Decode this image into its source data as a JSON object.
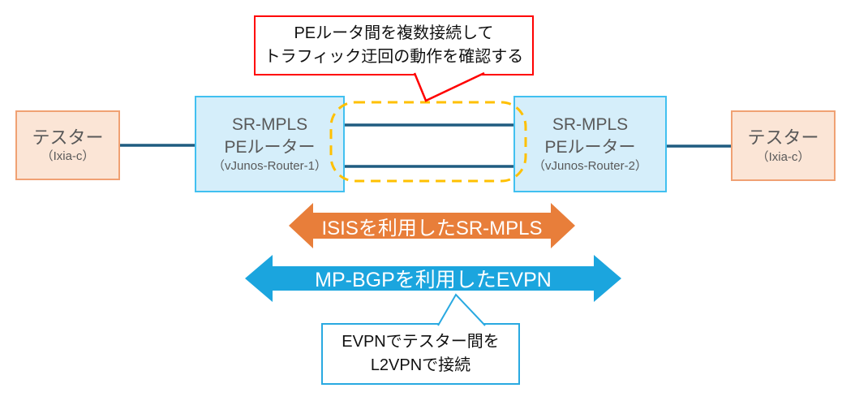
{
  "diagram": {
    "callout_top": {
      "line1": "PEルータ間を複数接続して",
      "line2": "トラフィック迂回の動作を確認する"
    },
    "callout_bottom": {
      "line1": "EVPNでテスター間を",
      "line2": "L2VPNで接続"
    },
    "tester_left": {
      "name": "テスター",
      "device": "（Ixia-c）"
    },
    "tester_right": {
      "name": "テスター",
      "device": "（Ixia-c）"
    },
    "pe_left": {
      "role": "SR-MPLS",
      "type": "PEルーター",
      "device": "（vJunos-Router-1）"
    },
    "pe_right": {
      "role": "SR-MPLS",
      "type": "PEルーター",
      "device": "（vJunos-Router-2）"
    },
    "arrow_sr_mpls": {
      "label": "ISISを利用したSR-MPLS"
    },
    "arrow_evpn": {
      "label": "MP-BGPを利用したEVPN"
    }
  },
  "colors": {
    "tester_fill": "#FBE5D6",
    "tester_border": "#F0A173",
    "pe_fill": "#D5EEFA",
    "pe_border": "#41C0F0",
    "link_line": "#1F5C80",
    "dashed_highlight": "#FFC000",
    "sr_mpls_arrow": "#E87E3A",
    "evpn_arrow": "#1BA5DE",
    "callout_top_border": "#FF0000",
    "callout_bottom_border": "#29A9E1",
    "node_text": "#595959"
  }
}
